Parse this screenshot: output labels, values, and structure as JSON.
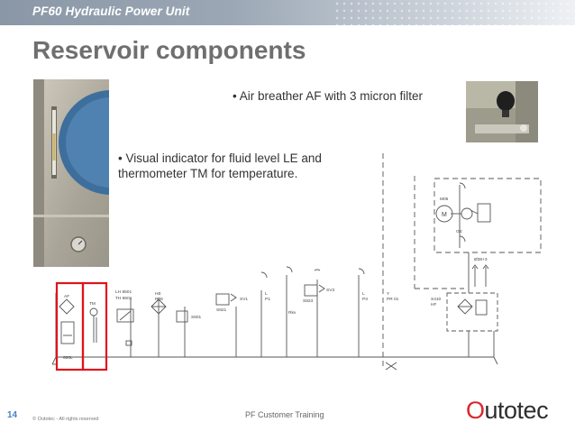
{
  "header": {
    "title": "PF60 Hydraulic Power Unit"
  },
  "slide": {
    "title": "Reservoir components",
    "bullets": [
      {
        "text": "• Air breather AF with 3 micron filter"
      },
      {
        "line1": "• Visual indicator for fluid level LE and",
        "line2": "thermometer TM for temperature."
      }
    ]
  },
  "schematic": {
    "labels": {
      "af": "AF",
      "tm": "TM",
      "lh": "LH 8501",
      "th": "TH 8601",
      "he": "HE",
      "r06": "R06",
      "s601": "S601",
      "s821": "S821",
      "sv1": "SV1",
      "l_p1": "L",
      "p1": "P1",
      "rkv": "Rkv",
      "s823": "S823",
      "sv3": "SV3",
      "l_p3": "L",
      "p3": "P3",
      "y": "Y",
      "pr01": "PR 01",
      "s410": "S410",
      "hf": "HF",
      "m05": "M05",
      "m": "M",
      "ge": "GE",
      "tank": "600L",
      "dim": "Ø38+3"
    }
  },
  "footer": {
    "page_number": "14",
    "copyright": "© Outotec - All rights reserved",
    "center_text": "PF Customer Training",
    "logo": {
      "first_letter": "O",
      "rest": "utotec"
    }
  },
  "colors": {
    "header_bar": "#9ba7b5",
    "title": "#6f6f6f",
    "highlight_box": "#e0141b",
    "page_number": "#4a7fc0",
    "logo_red": "#d9262e",
    "logo_dark": "#2d2d2d"
  }
}
